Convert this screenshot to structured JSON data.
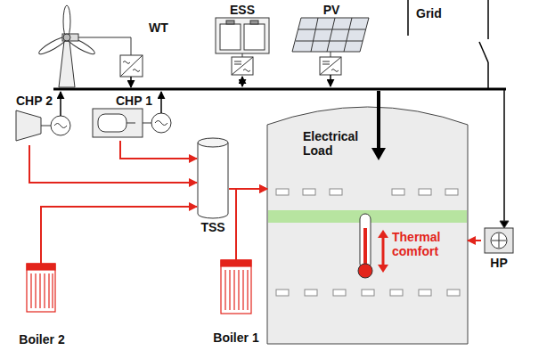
{
  "diagram": {
    "nodes": [
      {
        "text": [
          "WT"
        ]
      },
      {
        "text": [
          "ESS"
        ]
      },
      {
        "text": [
          "PV"
        ]
      },
      {
        "text": [
          "Grid"
        ]
      },
      {
        "text": [
          "CHP 2"
        ]
      },
      {
        "text": [
          "CHP 1"
        ]
      },
      {
        "text": [
          "Electrical Load",
          "Thermal comfort"
        ]
      },
      {
        "text": [
          "TSS"
        ]
      },
      {
        "text": [
          "HP"
        ]
      },
      {
        "text": [
          "Boiler 2"
        ]
      },
      {
        "text": [
          "Boiler 1"
        ]
      }
    ],
    "edges": [
      {
        "from": 4,
        "to": 7,
        "arrow": "to"
      },
      {
        "from": 5,
        "to": 7,
        "arrow": "to"
      },
      {
        "from": 9,
        "to": 7,
        "arrow": "to"
      },
      {
        "from": 7,
        "to": 6,
        "arrow": "to"
      },
      {
        "from": 10,
        "to": 6,
        "arrow": "to"
      },
      {
        "from": 8,
        "to": 6,
        "arrow": "to"
      }
    ]
  }
}
